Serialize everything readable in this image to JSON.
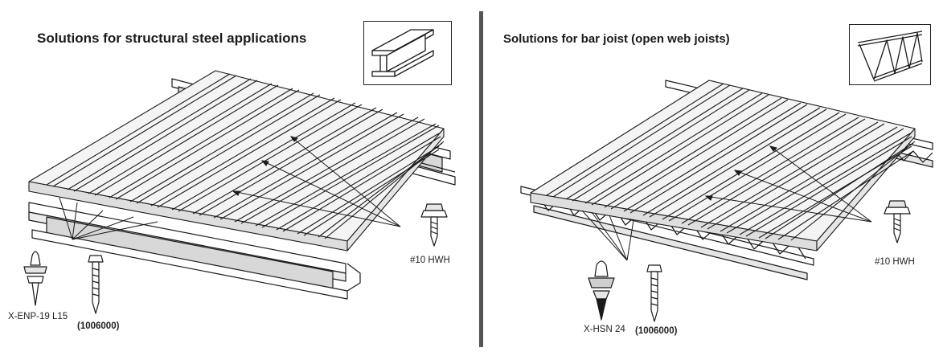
{
  "left": {
    "title": "Solutions for structural steel applications",
    "labels": {
      "hwh": "#10 HWH",
      "enp": "X-ENP-19 L15",
      "screw_code": "(1006000)"
    },
    "thumbnail_icon": "i-beam-icon"
  },
  "right": {
    "title": "Solutions for bar joist (open web joists)",
    "labels": {
      "hwh": "#10 HWH",
      "hsn": "X-HSN 24",
      "screw_code": "(1006000)"
    },
    "thumbnail_icon": "truss-joist-icon"
  },
  "colors": {
    "line": "#1a1a1a",
    "fill": "#ffffff",
    "shade": "#d8d8d8",
    "divider": "#555555"
  }
}
